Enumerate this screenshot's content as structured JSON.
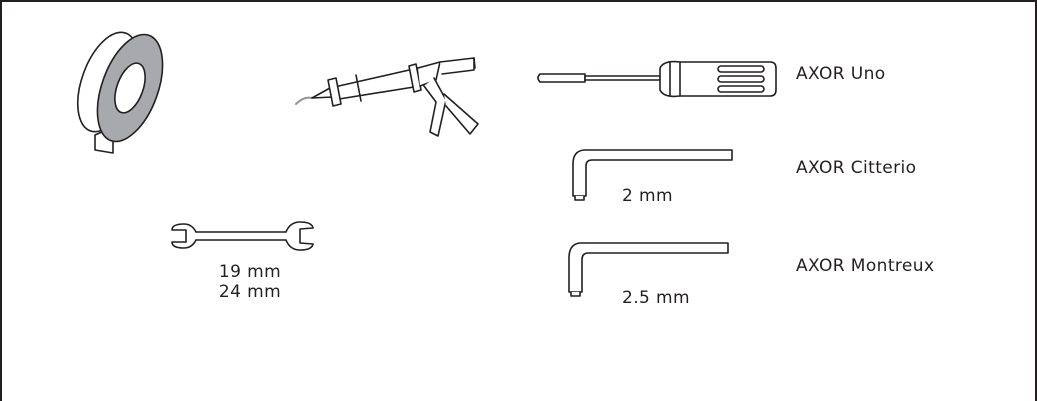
{
  "tools": {
    "wrench": {
      "size1": "19 mm",
      "size2": "24 mm"
    },
    "hex_key_small": {
      "size": "2 mm"
    },
    "hex_key_large": {
      "size": "2.5 mm"
    }
  },
  "product_labels": {
    "screwdriver_product": "AXOR Uno",
    "hex_small_product": "AXOR Citterio",
    "hex_large_product": "AXOR Montreux"
  },
  "colors": {
    "line": "#231f20",
    "tape_fill": "#a7a9ac",
    "nozzle_tip": "#939598"
  }
}
